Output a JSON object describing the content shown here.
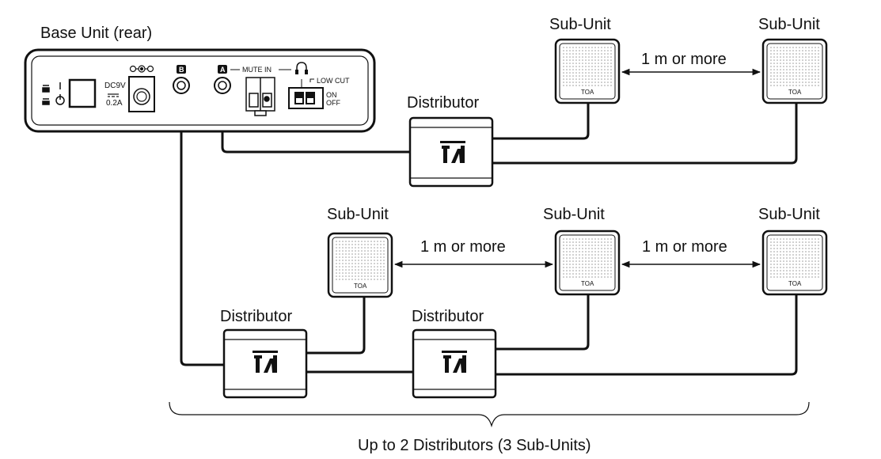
{
  "title": "Base Unit (rear)",
  "base_unit": {
    "dc_label_1": "DC9V",
    "dc_label_2": "0.2A",
    "jack_b": "B",
    "jack_a": "A",
    "mute_in": "MUTE IN",
    "low_cut": "LOW CUT",
    "on": "ON",
    "off": "OFF"
  },
  "sub_unit_label": "Sub-Unit",
  "sub_unit_brand": "TOA",
  "distributor_label": "Distributor",
  "distance_label": "1 m or more",
  "caption": "Up to 2 Distributors (3 Sub-Units)"
}
